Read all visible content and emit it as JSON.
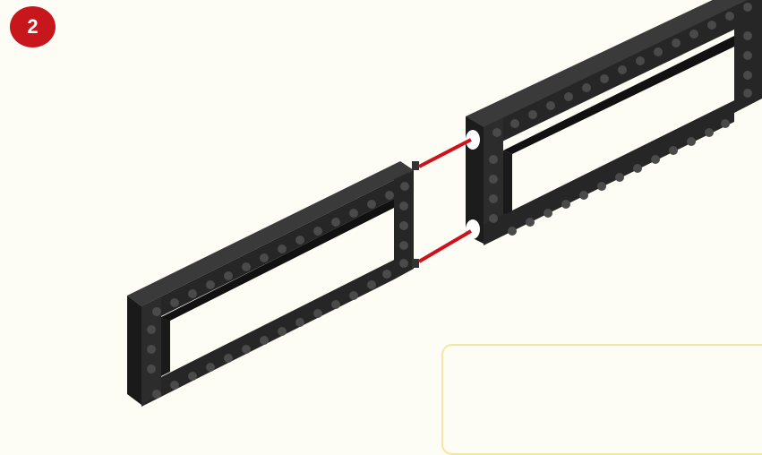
{
  "step": {
    "number": "2",
    "badge_color": "#c8161d"
  },
  "parts": [
    {
      "name": "frame-beam-left",
      "color": "#1f1f1f"
    },
    {
      "name": "frame-beam-right",
      "color": "#1f1f1f"
    }
  ],
  "connectors": {
    "count": 2,
    "line_color": "#d0111b"
  },
  "callout": {
    "border_color": "#f3e7a3"
  }
}
